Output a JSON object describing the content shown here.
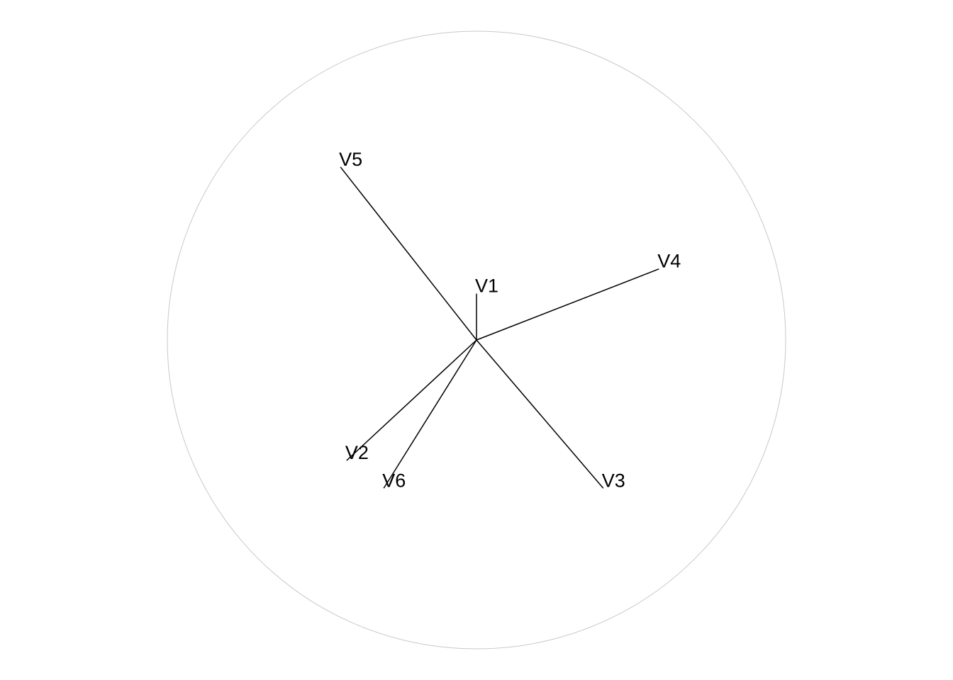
{
  "chart_data": {
    "type": "biplot",
    "unit_circle": true,
    "grid": false,
    "xlim": [
      -1,
      1
    ],
    "ylim": [
      -1,
      1
    ],
    "vectors": [
      {
        "name": "V1",
        "x": 0.0,
        "y": 0.15
      },
      {
        "name": "V2",
        "x": -0.42,
        "y": -0.39
      },
      {
        "name": "V3",
        "x": 0.41,
        "y": -0.48
      },
      {
        "name": "V4",
        "x": 0.59,
        "y": 0.23
      },
      {
        "name": "V5",
        "x": -0.44,
        "y": 0.56
      },
      {
        "name": "V6",
        "x": -0.3,
        "y": -0.48
      }
    ],
    "colors": {
      "circle": "#c8c8c8",
      "vector": "#000000",
      "label": "#000000",
      "background": "#ffffff"
    }
  }
}
